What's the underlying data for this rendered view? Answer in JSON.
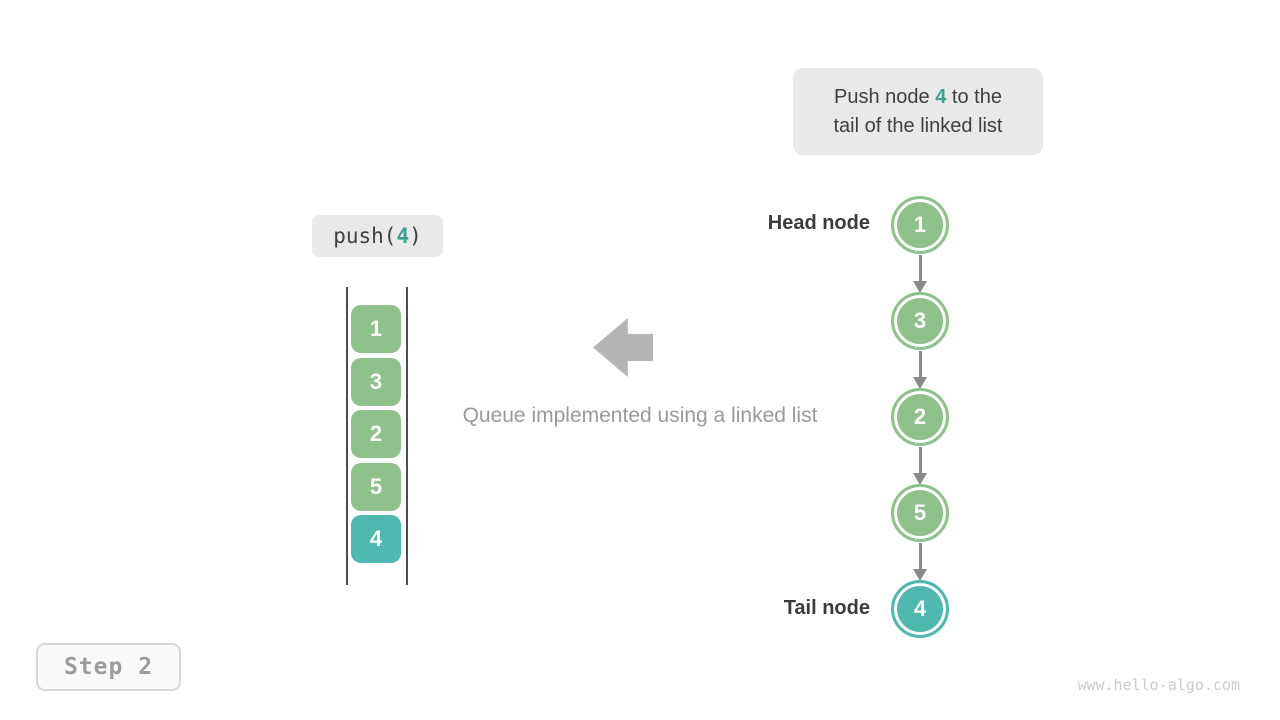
{
  "colors": {
    "green": "#8fc28b",
    "teal": "#4fb9af",
    "teal-text": "#3aa193",
    "box-bg": "#e9e9e9",
    "arrow-gray": "#b5b5b5",
    "link-arrow": "#8a8a8a",
    "dark-text": "#3f3f3f",
    "muted-text": "#9a9a9a"
  },
  "tooltip": {
    "prefix": "Push node ",
    "highlight": "4",
    "suffix_line1": " to the",
    "line2": "tail of the linked list"
  },
  "operation": {
    "prefix": "push(",
    "arg": "4",
    "suffix": ")"
  },
  "queue_stack": {
    "items": [
      {
        "value": "1",
        "type": "green"
      },
      {
        "value": "3",
        "type": "green"
      },
      {
        "value": "2",
        "type": "green"
      },
      {
        "value": "5",
        "type": "green"
      },
      {
        "value": "4",
        "type": "teal"
      }
    ]
  },
  "caption": "Queue implemented using a linked list",
  "linked_list": {
    "head_label": "Head node",
    "tail_label": "Tail node",
    "nodes": [
      {
        "value": "1",
        "type": "green"
      },
      {
        "value": "3",
        "type": "green"
      },
      {
        "value": "2",
        "type": "green"
      },
      {
        "value": "5",
        "type": "green"
      },
      {
        "value": "4",
        "type": "teal"
      }
    ]
  },
  "step_badge": "Step 2",
  "watermark": "www.hello-algo.com"
}
